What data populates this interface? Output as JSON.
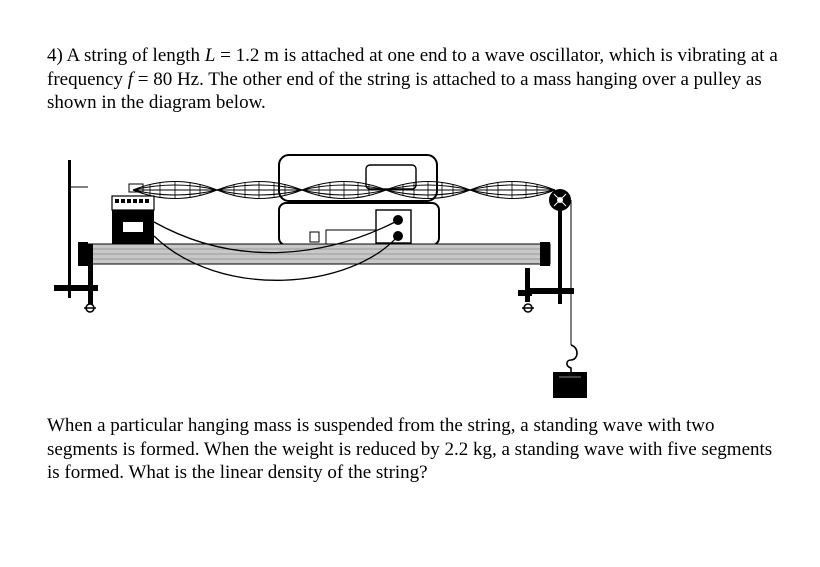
{
  "problem": {
    "number": "4)",
    "t1": "A string of length ",
    "L_var": "L",
    "t2": " = 1.2 m is attached at one end to a wave oscillator, which is vibrating at a frequency ",
    "f_var": "f",
    "t3": " = 80 Hz. The other end of the string is attached to a mass hanging over a pulley as shown in the diagram below."
  },
  "followup": {
    "text": "When a particular hanging mass is suspended from the string, a standing wave with two segments is formed. When the weight is reduced by 2.2 kg, a standing wave with five segments is formed. What is the linear density of the string?"
  },
  "diagram": {
    "segments_shown": 5,
    "icons": [
      "wave-oscillator-icon",
      "pulley-icon",
      "hanging-mass-icon",
      "table-clamp-icon",
      "string-vibrator-driver-icon"
    ]
  }
}
